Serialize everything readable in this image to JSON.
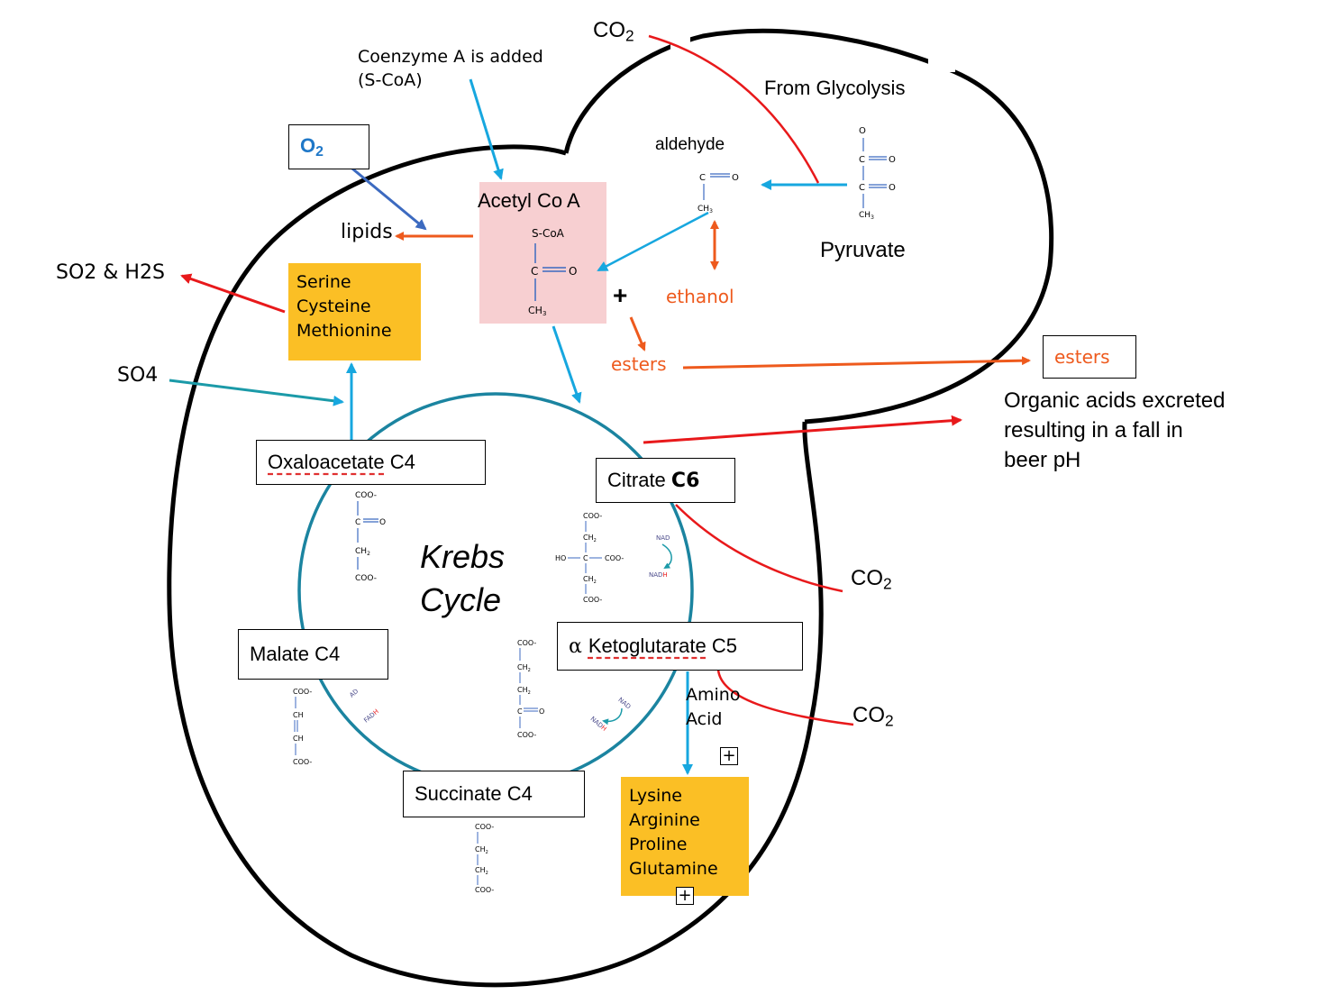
{
  "cell": {
    "co2_top": "CO",
    "co2_sub": "2",
    "coenzyme_line1": "Coenzyme A is added",
    "coenzyme_line2": "(S-CoA)",
    "from_glycolysis": "From Glycolysis",
    "aldehyde": "aldehyde",
    "pyruvate": "Pyruvate",
    "ethanol": "ethanol",
    "o2": "O",
    "o2_sub": "2",
    "lipids": "lipids",
    "acetyl_coa": "Acetyl Co A",
    "plus": "+",
    "esters_inner": "esters",
    "esters_outer": "esters",
    "so2_h2s": "SO2 & H2S",
    "so4": "SO4",
    "organic_acids_line1": "Organic acids excreted",
    "organic_acids_line2": "resulting in a fall in",
    "organic_acids_line3": "beer pH",
    "co2_citrate": "CO",
    "co2_citrate_sub": "2",
    "co2_keto": "CO",
    "co2_keto_sub": "2",
    "amino_acid_line1": "Amino",
    "amino_acid_line2": "Acid"
  },
  "sulfur_amino_acids": [
    "Serine",
    "Cysteine",
    "Methionine"
  ],
  "glutamate_family": [
    "Lysine",
    "Arginine",
    "Proline",
    "Glutamine"
  ],
  "krebs": {
    "title_line1": "Krebs",
    "title_line2": "Cycle",
    "oxaloacetate_name": "Oxaloacetate",
    "oxaloacetate_c": " C4",
    "citrate_name": "Citrate ",
    "citrate_c": "C6",
    "keto_alpha": "α ",
    "keto_name": "Ketoglutarate",
    "keto_c": " C5",
    "malate": "Malate C4",
    "succinate": "Succinate C4"
  },
  "molecules": {
    "coo": "COO-",
    "c": "C",
    "o": "O",
    "o_minus": "O",
    "ch2": "CH",
    "ch3": "CH",
    "sub_2": "2",
    "sub_3": "3",
    "ch": "CH",
    "ho": "HO",
    "s_coa": "S-CoA",
    "nad": "NAD",
    "nadh": "NAD",
    "nadh_h": "H",
    "fad": "FAD",
    "fad_h": "H",
    "ad": "AD"
  },
  "colors": {
    "orange": "#EE5A1D",
    "red": "#E8191B",
    "light_blue": "#17A7DF",
    "teal": "#1B84A0",
    "gold": "#FBBF25",
    "pink": "#F7CFD1",
    "o2_blue": "#1F78C8"
  }
}
